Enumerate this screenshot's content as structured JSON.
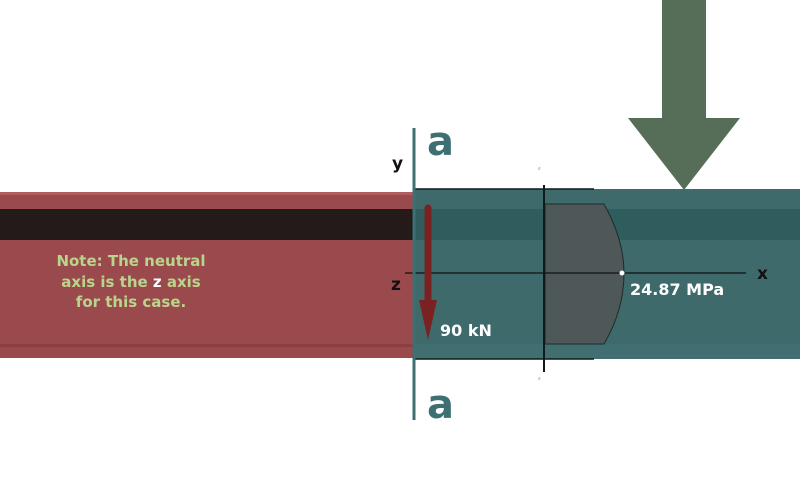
{
  "diagram": {
    "section_label_top": "a",
    "section_label_bottom": "a",
    "axis_y": "y",
    "axis_z": "z",
    "axis_x": "x",
    "shear_force": "90 kN",
    "stress_value": "24.87 MPa",
    "note_line1": "Note: The neutral",
    "note_line2_pre": "axis is the ",
    "note_line2_em": "z",
    "note_line2_post": " axis",
    "note_line3": "for this case."
  },
  "colors": {
    "beam_red": "#9a4a4c",
    "beam_teal": "#3e6a6c",
    "flange_dark": "#241a1a",
    "flange_teal": "#2f5d5d",
    "arrow": "#566e58",
    "force_arrow": "#7a2222",
    "stress_block": "#4f5858",
    "section_line": "#3e6f73",
    "note_text": "#b9d58c"
  }
}
